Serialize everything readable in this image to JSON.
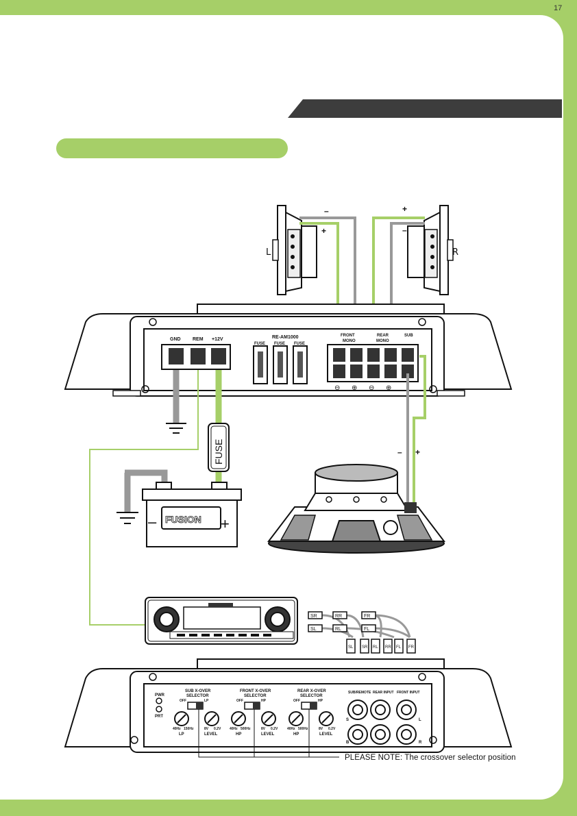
{
  "page_number": "17",
  "amp_top": {
    "model": "RE-AM1000",
    "terminal_labels": [
      "GND",
      "REM",
      "+12V"
    ],
    "fuse_labels": [
      "FUSE",
      "FUSE",
      "FUSE"
    ],
    "channel_labels": [
      "FRONT",
      "REAR",
      "SUB"
    ],
    "mono_label": "MONO",
    "polarity_symbols": [
      "⊖",
      "⊕",
      "⊖",
      "⊕"
    ]
  },
  "speakers": {
    "left_label": "L",
    "right_label": "R",
    "minus": "–",
    "plus": "+"
  },
  "inline_fuse_label": "FUSE",
  "battery": {
    "brand": "FUSION",
    "minus": "–",
    "plus": "+"
  },
  "subwoofer": {
    "minus": "–",
    "plus": "+"
  },
  "rca_labels": [
    "SR",
    "RR",
    "FR",
    "SL",
    "RL",
    "FL",
    "SL",
    "SR",
    "RL",
    "RR",
    "FL",
    "FR"
  ],
  "amp_bottom": {
    "indicators": [
      "PWR",
      "PRT"
    ],
    "selectors": [
      {
        "title_line1": "SUB X-OVER",
        "title_line2": "SELECTOR",
        "left": "OFF",
        "right": "LP",
        "knob1_caption": "LP",
        "knob1_min": "40Hz",
        "knob1_max": "150Hz",
        "knob2_caption": "LEVEL",
        "knob2_min": "8V",
        "knob2_max": "0.2V"
      },
      {
        "title_line1": "FRONT X-OVER",
        "title_line2": "SELECTOR",
        "left": "OFF",
        "right": "HP",
        "knob1_caption": "HP",
        "knob1_min": "40Hz",
        "knob1_max": "500Hz",
        "knob2_caption": "LEVEL",
        "knob2_min": "8V",
        "knob2_max": "0.2V"
      },
      {
        "title_line1": "REAR X-OVER",
        "title_line2": "SELECTOR",
        "left": "OFF",
        "right": "HP",
        "knob1_caption": "HP",
        "knob1_min": "40Hz",
        "knob1_max": "500Hz",
        "knob2_caption": "LEVEL",
        "knob2_min": "8V",
        "knob2_max": "0.2V"
      }
    ],
    "input_labels": [
      "SUB/REMOTE",
      "REAR INPUT",
      "FRONT INPUT"
    ],
    "side_labels": [
      "S",
      "B",
      "L",
      "R"
    ]
  },
  "note": "PLEASE NOTE: The crossover selector position"
}
